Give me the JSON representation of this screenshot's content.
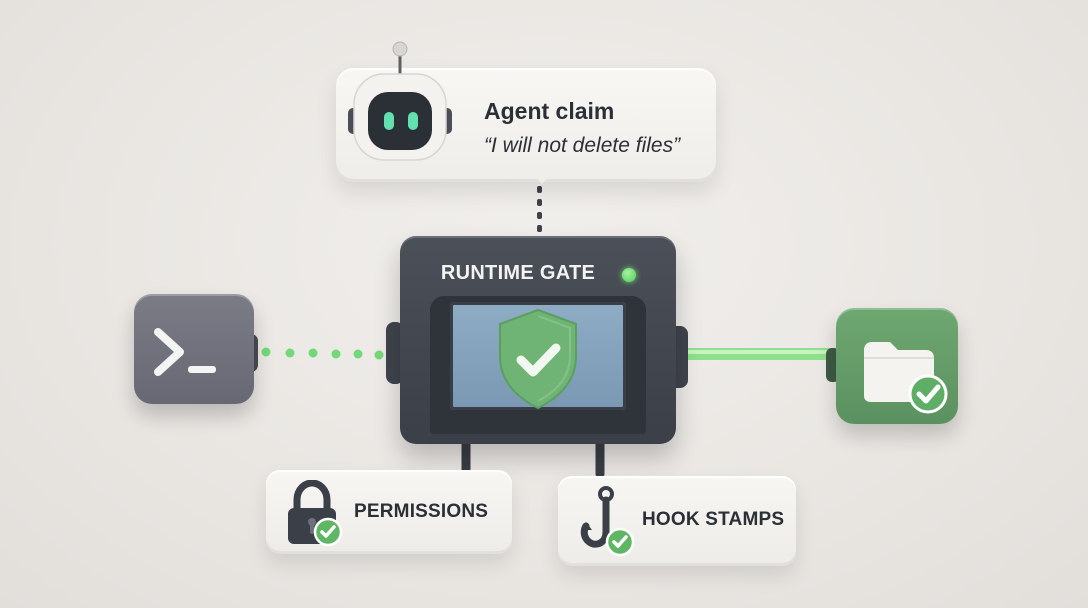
{
  "claim": {
    "title": "Agent claim",
    "quote": "“I will not delete files”",
    "icon": "robot-icon"
  },
  "gate": {
    "title": "RUNTIME GATE",
    "icon": "shield-check-icon",
    "status_color": "#4ccf5a"
  },
  "input_node": {
    "icon": "terminal-icon"
  },
  "output_node": {
    "icon": "folder-check-icon"
  },
  "checks": [
    {
      "label": "PERMISSIONS",
      "icon": "padlock-check-icon"
    },
    {
      "label": "HOOK STAMPS",
      "icon": "hook-check-icon"
    }
  ],
  "colors": {
    "accent_green": "#5cbf63",
    "dark_gate": "#3b3f47",
    "terminal_gray": "#6f707b",
    "folder_green": "#5f9866"
  }
}
